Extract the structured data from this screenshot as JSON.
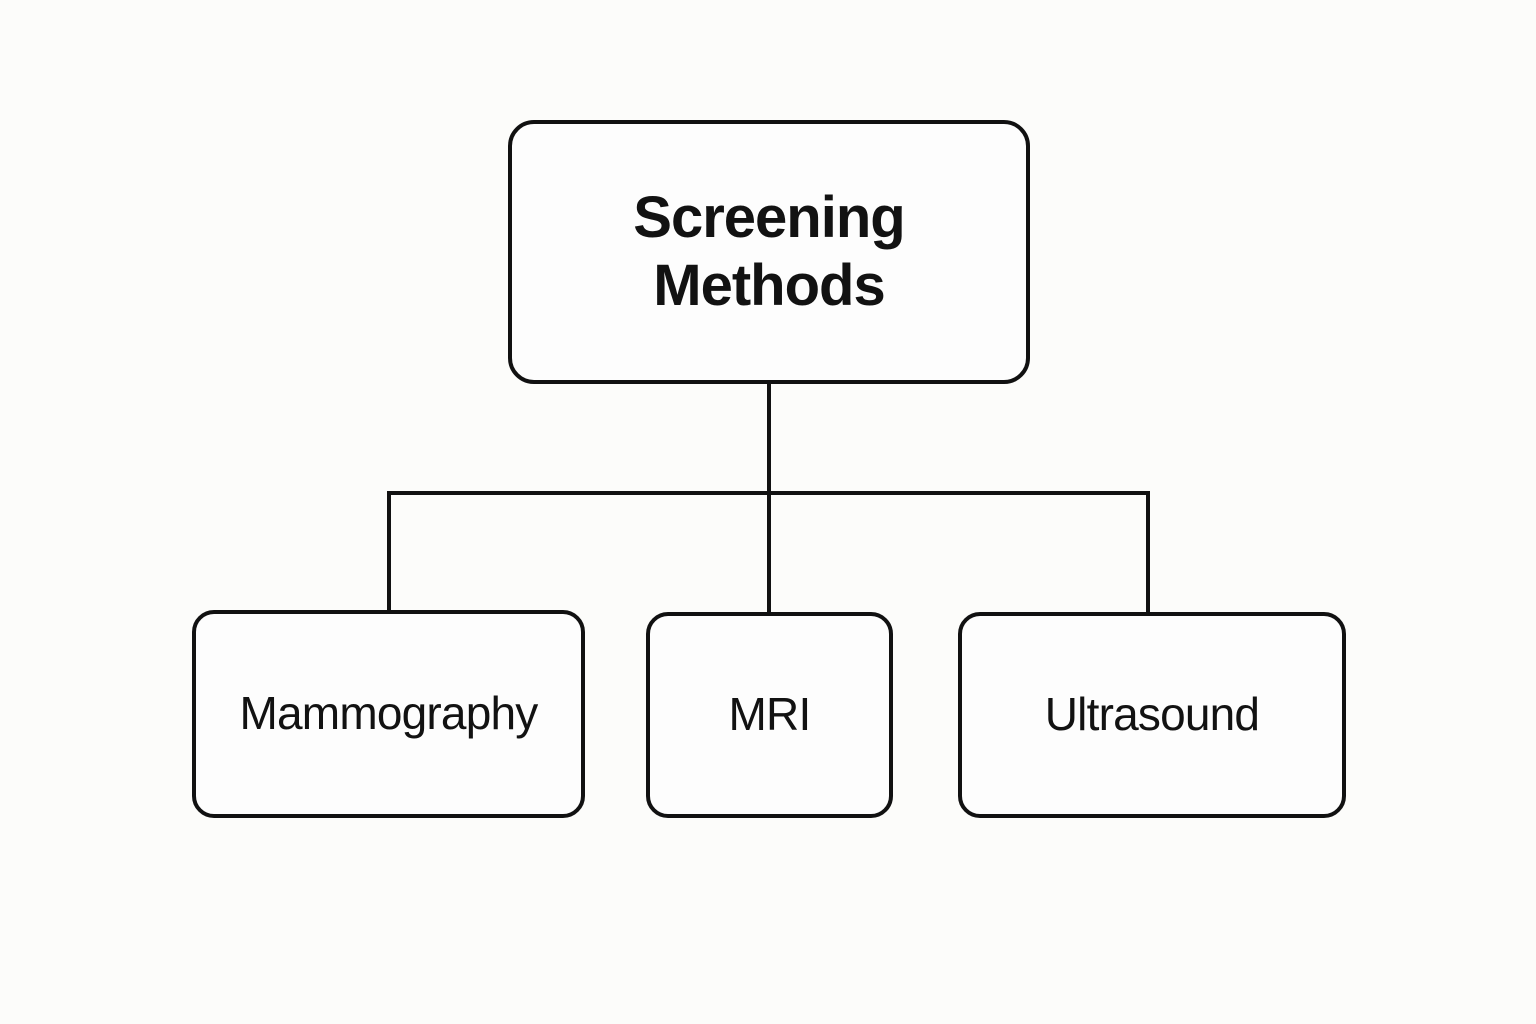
{
  "diagram": {
    "type": "tree",
    "title": "Screening Methods",
    "background_color": "#fcfcfa",
    "stroke_color": "#111111",
    "node_fill_color": "#fdfdfd",
    "text_color": "#121212",
    "root": {
      "id": "root",
      "label": "Screening\nMethods"
    },
    "children": [
      {
        "id": "mammography",
        "label": "Mammography"
      },
      {
        "id": "mri",
        "label": "MRI"
      },
      {
        "id": "ultrasound",
        "label": "Ultrasound"
      }
    ],
    "edges": [
      {
        "from": "root",
        "to": "mammography"
      },
      {
        "from": "root",
        "to": "mri"
      },
      {
        "from": "root",
        "to": "ultrasound"
      }
    ]
  }
}
